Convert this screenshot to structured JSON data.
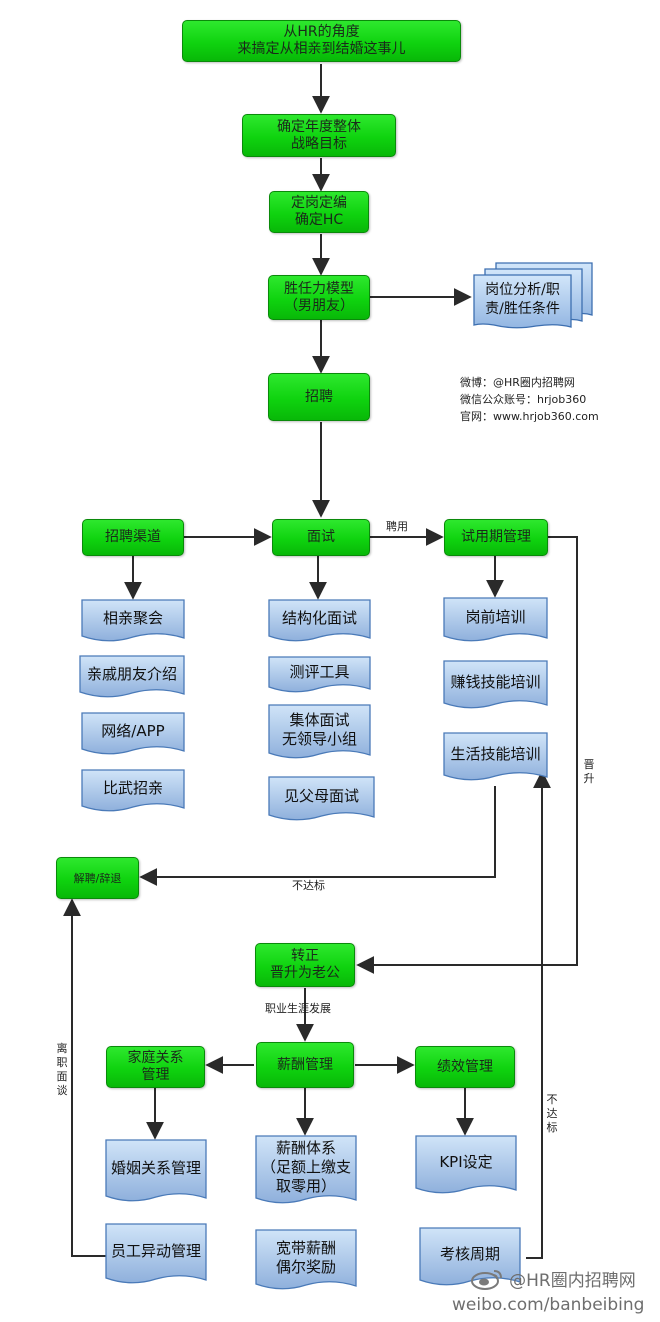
{
  "flow": {
    "title_box": "从HR的角度\n来搞定从相亲到结婚这事儿",
    "strategy": "确定年度整体\n战略目标",
    "headcount": "定岗定编\n确定HC",
    "competency": "胜任力模型\n（男朋友）",
    "job_analysis_doc": "岗位分析/职\n责/胜任条件",
    "recruit": "招聘",
    "channel": "招聘渠道",
    "interview": "面试",
    "probation": "试用期管理",
    "dismiss": "解聘/辞退",
    "confirm": "转正\n晋升为老公",
    "salary": "薪酬管理",
    "family": "家庭关系\n管理",
    "performance": "绩效管理"
  },
  "channel_docs": [
    "相亲聚会",
    "亲戚朋友介绍",
    "网络/APP",
    "比武招亲"
  ],
  "interview_docs": [
    "结构化面试",
    "测评工具",
    "集体面试\n无领导小组",
    "见父母面试"
  ],
  "probation_docs": [
    "岗前培训",
    "赚钱技能培训",
    "生活技能培训"
  ],
  "family_docs": [
    "婚姻关系管理",
    "员工异动管理"
  ],
  "salary_docs": [
    "薪酬体系\n（足额上缴支\n取零用）",
    "宽带薪酬\n偶尔奖励"
  ],
  "performance_docs": [
    "KPI设定",
    "考核周期"
  ],
  "edge_labels": {
    "hire": "聘用",
    "fail_probation": "不达标",
    "promote": "晋升",
    "career": "职业生涯发展",
    "exit_interview": "离职面谈",
    "fail_review": "不达标"
  },
  "info": {
    "weibo": "微博：@HR圈内招聘网",
    "wechat": "微信公众账号：hrjob360",
    "site": "官网：www.hrjob360.com"
  },
  "watermark": {
    "handle": "@HR圈内招聘网",
    "url": "weibo.com/banbeibing"
  },
  "colors": {
    "process_green": "#10d010",
    "document_blue_light": "#c4dcf6",
    "document_blue_dark": "#7fa0d0",
    "connector": "#2a2a2a"
  }
}
